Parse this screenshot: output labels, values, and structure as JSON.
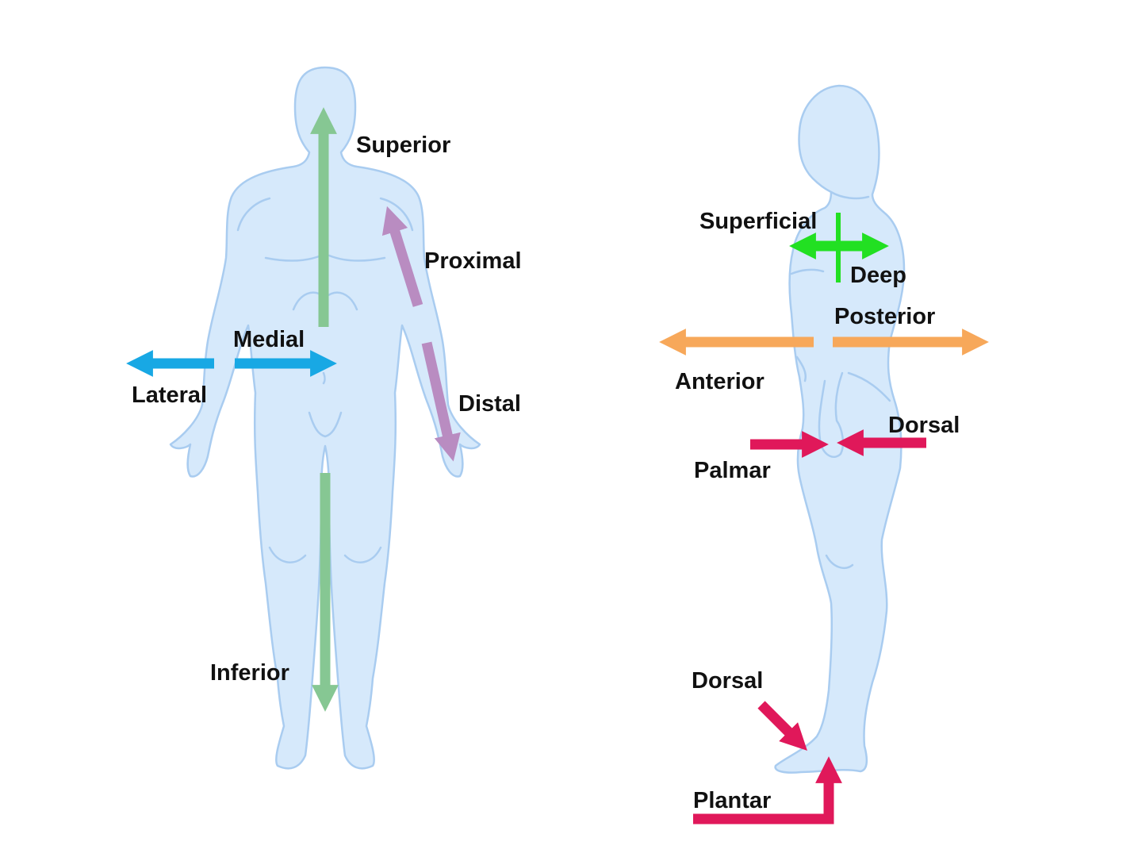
{
  "colors": {
    "body_fill": "#d6e9fb",
    "body_outline": "#a9ccf0",
    "superior_inferior": "#86c793",
    "proximal_distal": "#b98cc1",
    "medial_lateral": "#18a8e4",
    "superficial_deep": "#22e022",
    "anterior_posterior": "#f7a85a",
    "palmar_dorsal_plantar": "#e0185a"
  },
  "figures": {
    "front": {
      "icon": "human-body-front-icon"
    },
    "side": {
      "icon": "human-body-side-icon"
    }
  },
  "labels": {
    "superior": "Superior",
    "inferior": "Inferior",
    "proximal": "Proximal",
    "distal": "Distal",
    "medial": "Medial",
    "lateral": "Lateral",
    "superficial": "Superficial",
    "deep": "Deep",
    "posterior": "Posterior",
    "anterior": "Anterior",
    "dorsal_hand": "Dorsal",
    "palmar": "Palmar",
    "dorsal_foot": "Dorsal",
    "plantar": "Plantar"
  }
}
